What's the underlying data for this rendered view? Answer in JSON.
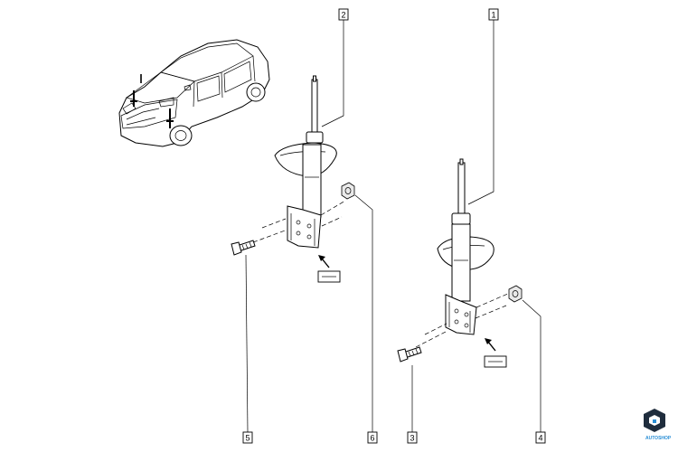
{
  "callouts": {
    "c1": "1",
    "c2": "2",
    "c3": "3",
    "c4": "4",
    "c5": "5",
    "c6": "6"
  },
  "logo": {
    "text": "AUTOSHOP",
    "color": "#2b8fd6"
  }
}
